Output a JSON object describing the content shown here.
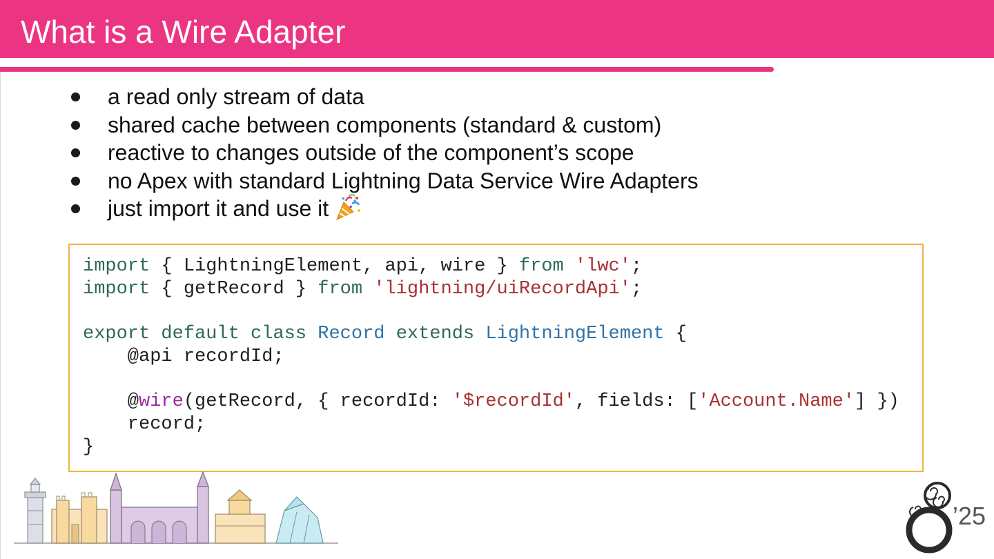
{
  "slide": {
    "title": "What is a Wire Adapter",
    "bullets": [
      "a read only stream of data",
      "shared cache between components (standard & custom)",
      "reactive to changes outside of the component’s scope",
      "no Apex with standard Lightning Data Service Wire Adapters",
      "just import it and use it"
    ],
    "bullet_emoji": "party-popper-icon"
  },
  "code": {
    "lines": [
      [
        {
          "t": "import",
          "c": "kw"
        },
        {
          "t": " { LightningElement, api, wire } "
        },
        {
          "t": "from",
          "c": "kw"
        },
        {
          "t": " "
        },
        {
          "t": "'lwc'",
          "c": "str"
        },
        {
          "t": ";"
        }
      ],
      [
        {
          "t": "import",
          "c": "kw"
        },
        {
          "t": " { getRecord } "
        },
        {
          "t": "from",
          "c": "kw"
        },
        {
          "t": " "
        },
        {
          "t": "'lightning/uiRecordApi'",
          "c": "str"
        },
        {
          "t": ";"
        }
      ],
      [],
      [
        {
          "t": "export default class",
          "c": "kw"
        },
        {
          "t": " "
        },
        {
          "t": "Record",
          "c": "cls"
        },
        {
          "t": " "
        },
        {
          "t": "extends",
          "c": "kw"
        },
        {
          "t": " "
        },
        {
          "t": "LightningElement",
          "c": "cls"
        },
        {
          "t": " {"
        }
      ],
      [
        {
          "t": "    @api recordId;"
        }
      ],
      [],
      [
        {
          "t": "    @"
        },
        {
          "t": "wire",
          "c": "dec"
        },
        {
          "t": "(getRecord, { recordId: "
        },
        {
          "t": "'$recordId'",
          "c": "str"
        },
        {
          "t": ", fields: ["
        },
        {
          "t": "'Account.Name'",
          "c": "str"
        },
        {
          "t": "] })"
        }
      ],
      [
        {
          "t": "    record;"
        }
      ],
      [
        {
          "t": "}"
        }
      ]
    ]
  },
  "footer": {
    "logo_text": "’25",
    "logo_icon": "event-logo-icon",
    "skyline_icon": "city-skyline-icon"
  },
  "colors": {
    "accent": "#ec3582",
    "code_border": "#f0b442",
    "keyword": "#2e6b4f",
    "string": "#a83232",
    "class_name": "#2f73a8",
    "decorator": "#9b2aa0"
  }
}
